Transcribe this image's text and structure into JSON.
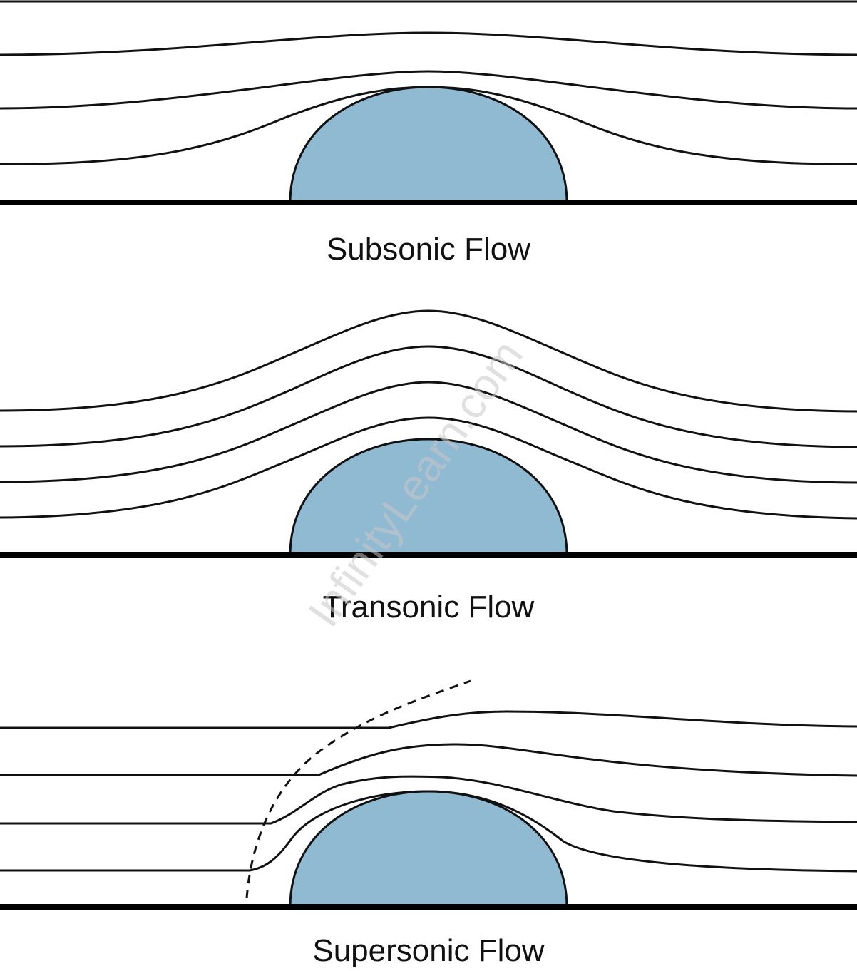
{
  "panels": [
    {
      "id": "subsonic",
      "caption": "Subsonic Flow"
    },
    {
      "id": "transonic",
      "caption": "Transonic Flow"
    },
    {
      "id": "supersonic",
      "caption": "Supersonic Flow"
    }
  ],
  "watermark": "InfinityLearn.com",
  "colors": {
    "obstacle_fill": "#90bad1",
    "line": "#111111",
    "background": "#ffffff"
  }
}
